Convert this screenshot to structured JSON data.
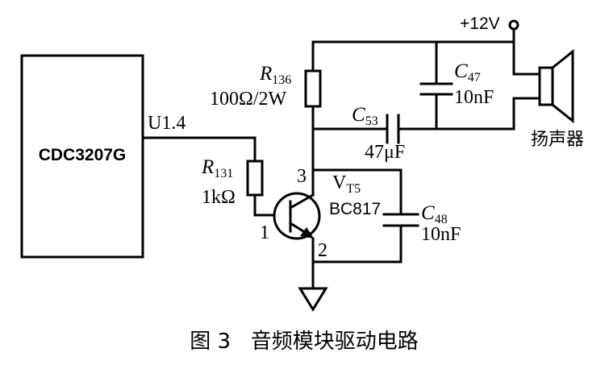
{
  "ic": {
    "name": "CDC3207G"
  },
  "net": {
    "signal": "U1.4",
    "supply": "+12V"
  },
  "r131": {
    "ref": "R",
    "ref_sub": "131",
    "value": "1kΩ"
  },
  "r136": {
    "ref": "R",
    "ref_sub": "136",
    "value": "100Ω/2W"
  },
  "c47": {
    "ref": "C",
    "ref_sub": "47",
    "value": "10nF"
  },
  "c53": {
    "ref": "C",
    "ref_sub": "53",
    "value": "47μF"
  },
  "c48": {
    "ref": "C",
    "ref_sub": "48",
    "value": "10nF"
  },
  "transistor": {
    "ref": "V",
    "ref_sub": "T5",
    "model": "BC817",
    "pin_base": "1",
    "pin_emitter": "2",
    "pin_collector": "3"
  },
  "speaker": {
    "label": "扬声器"
  },
  "caption": "图 3   音频模块驱动电路"
}
